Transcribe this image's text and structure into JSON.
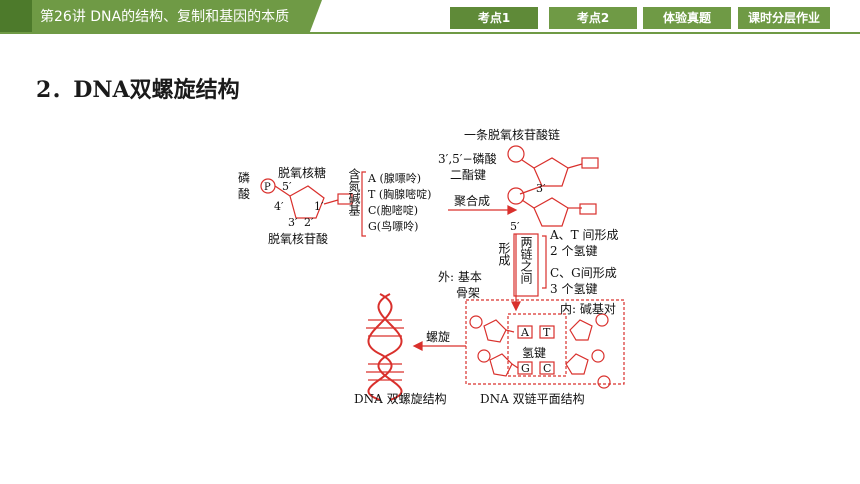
{
  "header": {
    "lecture_title": "第26讲    DNA的结构、复制和基因的本质",
    "nav": [
      {
        "label": "考点1",
        "active": true
      },
      {
        "label": "考点2",
        "active": false
      },
      {
        "label": "体验真题",
        "active": false
      },
      {
        "label": "课时分层作业",
        "active": false
      }
    ]
  },
  "section": {
    "heading": "2．DNA双螺旋结构"
  },
  "figure": {
    "phosphate": "磷\n酸",
    "phosphate_symbol": "P",
    "deoxyribose": "脱氧核糖",
    "nucleotide": "脱氧核苷酸",
    "pos_5": "5′",
    "pos_4": "4′",
    "pos_1": "1′",
    "pos_3": "3′",
    "pos_2": "2′",
    "nitrogen_base_label": "含氮碱基",
    "bases": [
      "A (腺嘌呤)",
      "T (胸腺嘧啶)",
      "C(胞嘧啶)",
      "G(鸟嘌呤)"
    ],
    "polymerize": "聚合成",
    "single_chain": "一条脱氧核苷酸链",
    "phosphodiester": "3′,5′−磷酸",
    "phosphodiester_2": "二酯键",
    "chain_3": "3′",
    "chain_5": "5′",
    "form": "形成",
    "between_chains": "两链之间",
    "at_bond": "A、T 间形成",
    "at_bond_2": "2 个氢键",
    "cg_bond": "C、G间形成",
    "cg_bond_2": "3 个氢键",
    "outer": "外: 基本",
    "outer_2": "骨架",
    "inner": "内: 碱基对",
    "hydrogen_bond": "氢键",
    "pair_a": "A",
    "pair_t": "T",
    "pair_g": "G",
    "pair_c": "C",
    "spiral": "螺旋",
    "double_helix": "DNA 双螺旋结构",
    "plane_structure": "DNA 双链平面结构"
  },
  "colors": {
    "brand_green": "#6f9a45",
    "dark_green": "#4d7a2b",
    "diagram_red": "#d9302c"
  }
}
